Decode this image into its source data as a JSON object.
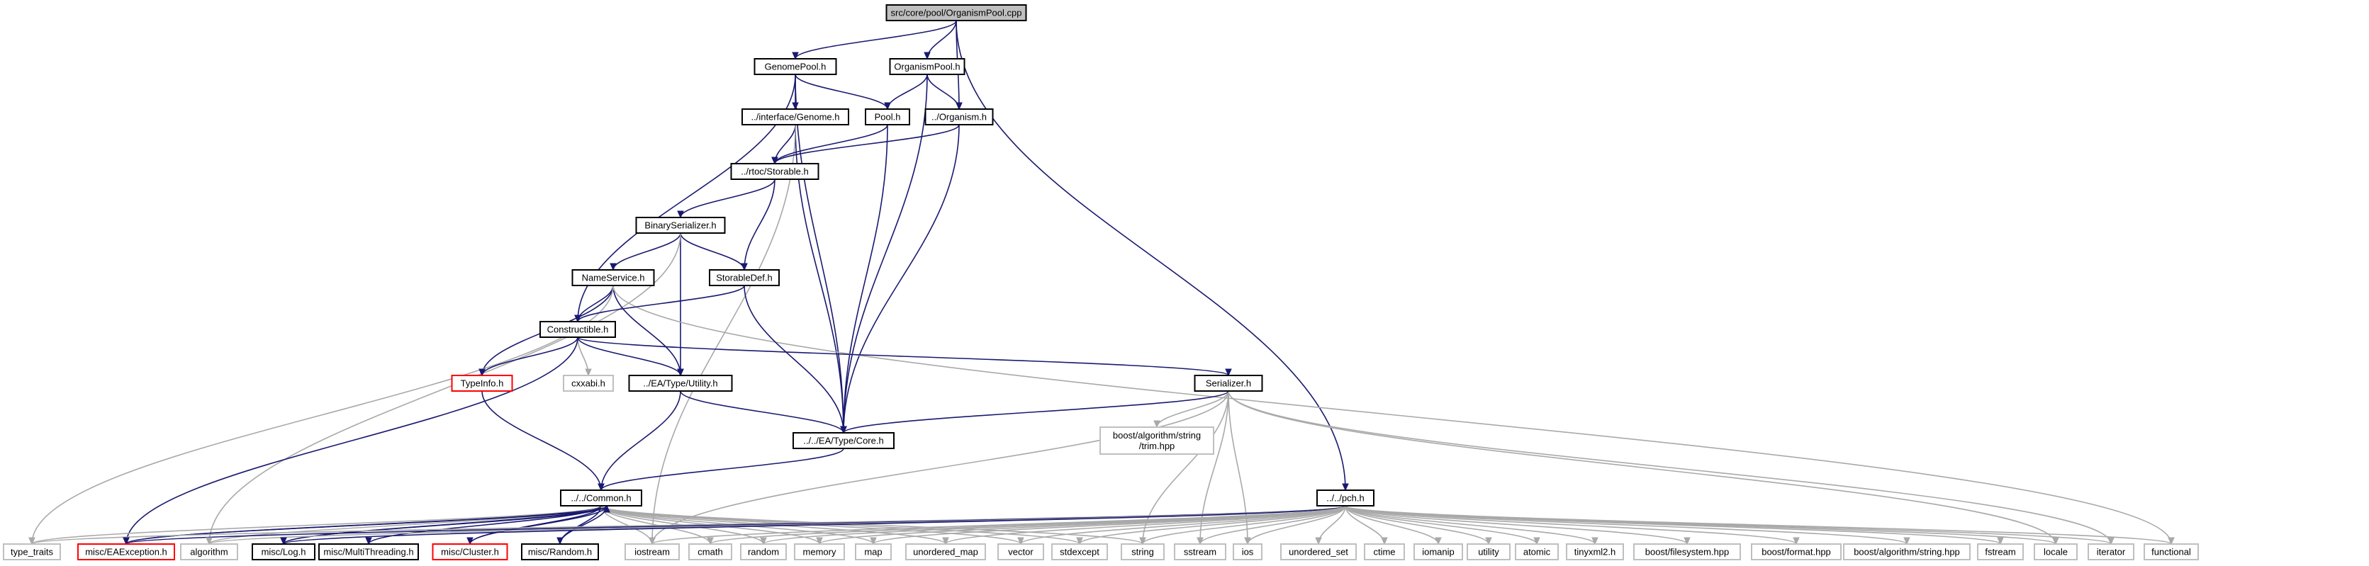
{
  "diagram": {
    "nodes": [
      {
        "id": "root",
        "label": "src/core/pool/OrganismPool.cpp",
        "style": "root"
      },
      {
        "id": "genomepool",
        "label": "GenomePool.h"
      },
      {
        "id": "organismpool",
        "label": "OrganismPool.h"
      },
      {
        "id": "genome",
        "label": "../interface/Genome.h"
      },
      {
        "id": "pool",
        "label": "Pool.h"
      },
      {
        "id": "organism",
        "label": "../Organism.h"
      },
      {
        "id": "storable",
        "label": "../rtoc/Storable.h"
      },
      {
        "id": "binser",
        "label": "BinarySerializer.h"
      },
      {
        "id": "nameservice",
        "label": "NameService.h"
      },
      {
        "id": "storabledef",
        "label": "StorableDef.h"
      },
      {
        "id": "constructible",
        "label": "Constructible.h"
      },
      {
        "id": "typeinfo",
        "label": "TypeInfo.h",
        "style": "red"
      },
      {
        "id": "cxxabi",
        "label": "cxxabi.h",
        "style": "gray"
      },
      {
        "id": "utility_h",
        "label": "../EA/Type/Utility.h"
      },
      {
        "id": "serializer",
        "label": "Serializer.h"
      },
      {
        "id": "trim",
        "label": "boost/algorithm/string\n/trim.hpp",
        "style": "gray"
      },
      {
        "id": "core",
        "label": "../../EA/Type/Core.h"
      },
      {
        "id": "common",
        "label": "../../Common.h"
      },
      {
        "id": "pch",
        "label": "../../pch.h"
      },
      {
        "id": "type_traits",
        "label": "type_traits",
        "style": "gray"
      },
      {
        "id": "eaexception",
        "label": "misc/EAException.h",
        "style": "red"
      },
      {
        "id": "algorithm",
        "label": "algorithm",
        "style": "gray"
      },
      {
        "id": "log",
        "label": "misc/Log.h"
      },
      {
        "id": "multithreading",
        "label": "misc/MultiThreading.h"
      },
      {
        "id": "cluster",
        "label": "misc/Cluster.h",
        "style": "red"
      },
      {
        "id": "random_h",
        "label": "misc/Random.h"
      },
      {
        "id": "iostream",
        "label": "iostream",
        "style": "gray"
      },
      {
        "id": "cmath",
        "label": "cmath",
        "style": "gray"
      },
      {
        "id": "random",
        "label": "random",
        "style": "gray"
      },
      {
        "id": "memory",
        "label": "memory",
        "style": "gray"
      },
      {
        "id": "map",
        "label": "map",
        "style": "gray"
      },
      {
        "id": "unordered_map",
        "label": "unordered_map",
        "style": "gray"
      },
      {
        "id": "vector",
        "label": "vector",
        "style": "gray"
      },
      {
        "id": "stdexcept",
        "label": "stdexcept",
        "style": "gray"
      },
      {
        "id": "string",
        "label": "string",
        "style": "gray"
      },
      {
        "id": "sstream",
        "label": "sstream",
        "style": "gray"
      },
      {
        "id": "ios",
        "label": "ios",
        "style": "gray"
      },
      {
        "id": "unordered_set",
        "label": "unordered_set",
        "style": "gray"
      },
      {
        "id": "ctime",
        "label": "ctime",
        "style": "gray"
      },
      {
        "id": "iomanip",
        "label": "iomanip",
        "style": "gray"
      },
      {
        "id": "utility",
        "label": "utility",
        "style": "gray"
      },
      {
        "id": "atomic",
        "label": "atomic",
        "style": "gray"
      },
      {
        "id": "tinyxml2",
        "label": "tinyxml2.h",
        "style": "gray"
      },
      {
        "id": "filesystem",
        "label": "boost/filesystem.hpp",
        "style": "gray"
      },
      {
        "id": "format",
        "label": "boost/format.hpp",
        "style": "gray"
      },
      {
        "id": "stringhpp",
        "label": "boost/algorithm/string.hpp",
        "style": "gray"
      },
      {
        "id": "fstream",
        "label": "fstream",
        "style": "gray"
      },
      {
        "id": "locale",
        "label": "locale",
        "style": "gray"
      },
      {
        "id": "iterator",
        "label": "iterator",
        "style": "gray"
      },
      {
        "id": "functional",
        "label": "functional",
        "style": "gray"
      }
    ],
    "edges": [
      [
        "root",
        "genomepool"
      ],
      [
        "root",
        "organismpool"
      ],
      [
        "root",
        "organism"
      ],
      [
        "root",
        "pch"
      ],
      [
        "genomepool",
        "genome"
      ],
      [
        "genomepool",
        "pool"
      ],
      [
        "genomepool",
        "constructible"
      ],
      [
        "genomepool",
        "core"
      ],
      [
        "organismpool",
        "pool"
      ],
      [
        "organismpool",
        "organism"
      ],
      [
        "organismpool",
        "core"
      ],
      [
        "genome",
        "storable"
      ],
      [
        "genome",
        "core"
      ],
      [
        "genome",
        "iostream"
      ],
      [
        "pool",
        "storable"
      ],
      [
        "pool",
        "core"
      ],
      [
        "organism",
        "storable"
      ],
      [
        "organism",
        "core"
      ],
      [
        "storable",
        "binser"
      ],
      [
        "storable",
        "storabledef"
      ],
      [
        "binser",
        "nameservice"
      ],
      [
        "binser",
        "storabledef"
      ],
      [
        "binser",
        "utility_h"
      ],
      [
        "binser",
        "algorithm"
      ],
      [
        "nameservice",
        "constructible"
      ],
      [
        "nameservice",
        "typeinfo"
      ],
      [
        "nameservice",
        "utility_h"
      ],
      [
        "nameservice",
        "type_traits"
      ],
      [
        "nameservice",
        "functional"
      ],
      [
        "storabledef",
        "constructible"
      ],
      [
        "storabledef",
        "core"
      ],
      [
        "constructible",
        "typeinfo"
      ],
      [
        "constructible",
        "cxxabi"
      ],
      [
        "constructible",
        "utility_h"
      ],
      [
        "constructible",
        "serializer"
      ],
      [
        "constructible",
        "eaexception"
      ],
      [
        "typeinfo",
        "common"
      ],
      [
        "utility_h",
        "core"
      ],
      [
        "utility_h",
        "common"
      ],
      [
        "serializer",
        "trim"
      ],
      [
        "serializer",
        "core"
      ],
      [
        "serializer",
        "string"
      ],
      [
        "serializer",
        "sstream"
      ],
      [
        "serializer",
        "ios"
      ],
      [
        "serializer",
        "iostream"
      ],
      [
        "serializer",
        "locale"
      ],
      [
        "serializer",
        "iterator"
      ],
      [
        "core",
        "common"
      ],
      [
        "common",
        "type_traits"
      ],
      [
        "common",
        "eaexception"
      ],
      [
        "common",
        "algorithm"
      ],
      [
        "common",
        "log"
      ],
      [
        "common",
        "multithreading"
      ],
      [
        "common",
        "cluster"
      ],
      [
        "common",
        "random_h"
      ],
      [
        "common",
        "iostream"
      ],
      [
        "common",
        "cmath"
      ],
      [
        "common",
        "random"
      ],
      [
        "common",
        "memory"
      ],
      [
        "common",
        "map"
      ],
      [
        "common",
        "unordered_map"
      ],
      [
        "common",
        "vector"
      ],
      [
        "common",
        "stdexcept"
      ],
      [
        "common",
        "string"
      ],
      [
        "eaexception",
        "common"
      ],
      [
        "log",
        "common"
      ],
      [
        "cluster",
        "common"
      ],
      [
        "random_h",
        "common"
      ],
      [
        "pch",
        "type_traits"
      ],
      [
        "pch",
        "eaexception"
      ],
      [
        "pch",
        "algorithm"
      ],
      [
        "pch",
        "log"
      ],
      [
        "pch",
        "iostream"
      ],
      [
        "pch",
        "cmath"
      ],
      [
        "pch",
        "random"
      ],
      [
        "pch",
        "memory"
      ],
      [
        "pch",
        "map"
      ],
      [
        "pch",
        "unordered_map"
      ],
      [
        "pch",
        "vector"
      ],
      [
        "pch",
        "stdexcept"
      ],
      [
        "pch",
        "string"
      ],
      [
        "pch",
        "sstream"
      ],
      [
        "pch",
        "ios"
      ],
      [
        "pch",
        "unordered_set"
      ],
      [
        "pch",
        "ctime"
      ],
      [
        "pch",
        "iomanip"
      ],
      [
        "pch",
        "utility"
      ],
      [
        "pch",
        "atomic"
      ],
      [
        "pch",
        "tinyxml2"
      ],
      [
        "pch",
        "filesystem"
      ],
      [
        "pch",
        "format"
      ],
      [
        "pch",
        "stringhpp"
      ],
      [
        "pch",
        "fstream"
      ],
      [
        "pch",
        "locale"
      ],
      [
        "pch",
        "iterator"
      ],
      [
        "pch",
        "functional"
      ]
    ]
  }
}
